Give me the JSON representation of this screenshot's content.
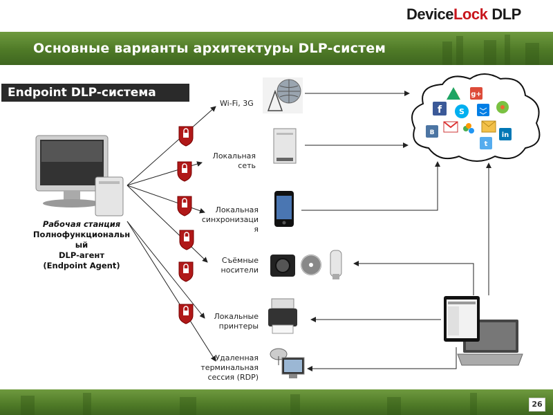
{
  "brand": {
    "part1": "Device",
    "part2": "Lock",
    "part3": "DLP"
  },
  "header": {
    "title": "Основные варианты архитектуры DLP-систем"
  },
  "section": {
    "title": "Endpoint DLP-система"
  },
  "workstation": {
    "line1": "Рабочая станция",
    "line2": "Полнофункциональн",
    "line3": "ый",
    "line4": "DLP-агент",
    "line5": "(Endpoint Agent)"
  },
  "channels": [
    {
      "lines": [
        "Wi-Fi, 3G"
      ],
      "icon": "wifi-globe-icon"
    },
    {
      "lines": [
        "Локальная",
        "сеть"
      ],
      "icon": "server-icon"
    },
    {
      "lines": [
        "Локальная",
        "синхронизаци",
        "я"
      ],
      "icon": "smartphone-icon"
    },
    {
      "lines": [
        "Съёмные",
        "носители"
      ],
      "icon": "removable-media-icon"
    },
    {
      "lines": [
        "Локальные",
        "принтеры"
      ],
      "icon": "printer-icon"
    },
    {
      "lines": [
        "Удаленная",
        "терминальная",
        "сессия (RDP)"
      ],
      "icon": "rdp-terminal-icon"
    }
  ],
  "cloud_services": [
    "google-drive-icon",
    "google-plus-icon",
    "facebook-icon",
    "skype-icon",
    "dropbox-icon",
    "icq-icon",
    "vk-icon",
    "gmail-icon",
    "msn-icon",
    "mail-icon",
    "linkedin-icon",
    "twitter-icon"
  ],
  "colors": {
    "banner": "#4f7a27",
    "lock": "#b01818",
    "logo_red": "#c8161d"
  },
  "footer": {
    "page": "26"
  }
}
